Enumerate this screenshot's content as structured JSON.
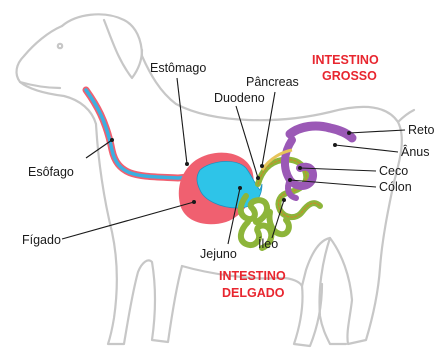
{
  "colors": {
    "outline": "#c7c7c7",
    "esophagus": "#3bb0e0",
    "stomach": "#2ec4e8",
    "liver": "#f06070",
    "small_intestine": "#8db53a",
    "large_intestine": "#9b59b6",
    "group_label": "#e8262f",
    "leader": "#1a1a1a"
  },
  "labels": {
    "esofago": "Esôfago",
    "estomago": "Estômago",
    "figado": "Fígado",
    "duodeno": "Duodeno",
    "pancreas": "Pâncreas",
    "jejuno": "Jejuno",
    "ileo": "Íleo",
    "reto": "Reto",
    "anus": "Ânus",
    "ceco": "Ceco",
    "colon": "Cólon"
  },
  "groups": {
    "intestino_grosso": [
      "INTESTINO",
      "GROSSO"
    ],
    "intestino_delgado": [
      "INTESTINO",
      "DELGADO"
    ]
  }
}
